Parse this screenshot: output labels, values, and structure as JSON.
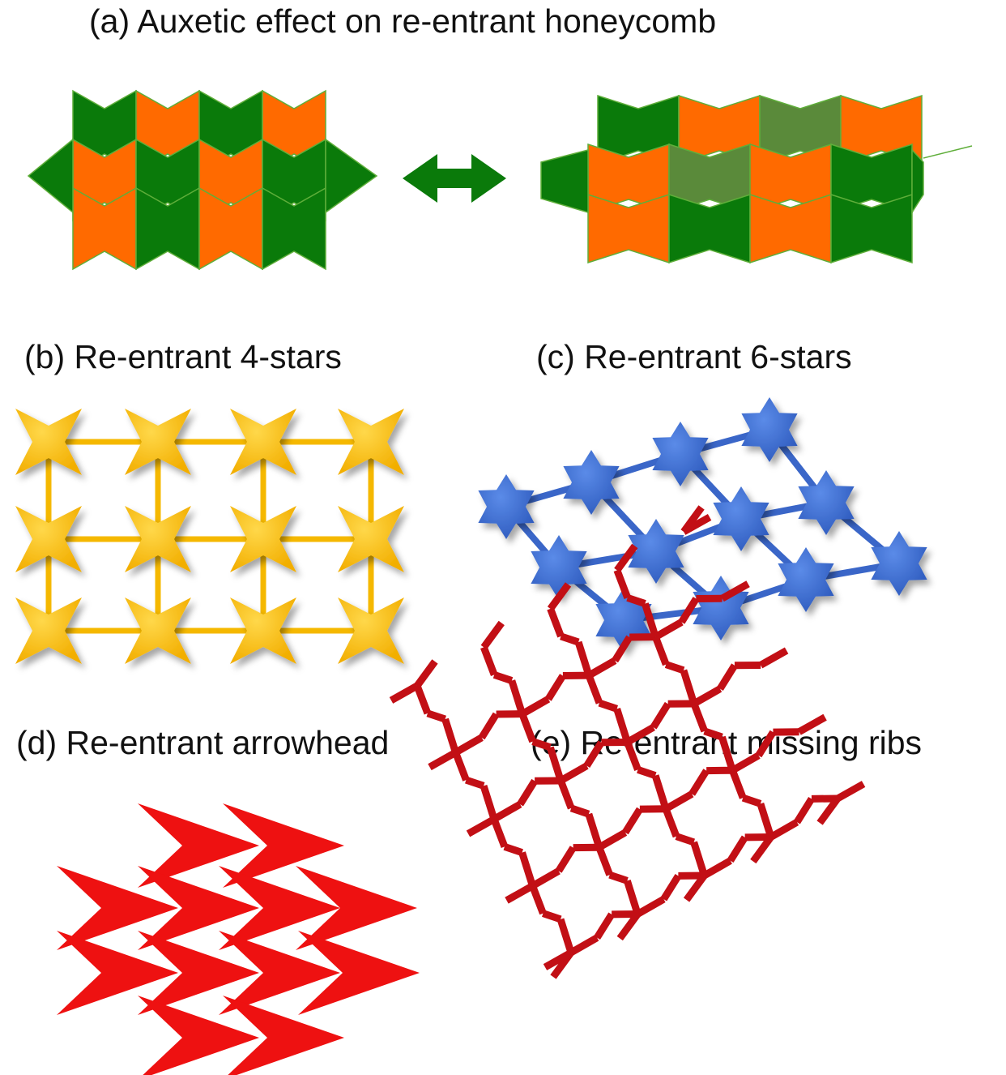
{
  "panels": {
    "a": {
      "label": "(a) Auxetic effect on re-entrant honeycomb"
    },
    "b": {
      "label": "(b) Re-entrant 4-stars"
    },
    "c": {
      "label": "(c) Re-entrant 6-stars"
    },
    "d": {
      "label": "(d) Re-entrant arrowhead"
    },
    "e": {
      "label": "(e) Re-entrant missing ribs"
    }
  },
  "colors": {
    "green": "#0a7a0a",
    "orange": "#ff6a00",
    "olive": "#5a8a3a",
    "gold": "#ffc20e",
    "blue": "#3f6fcf",
    "red": "#ee1111",
    "darkred": "#c20f15"
  }
}
